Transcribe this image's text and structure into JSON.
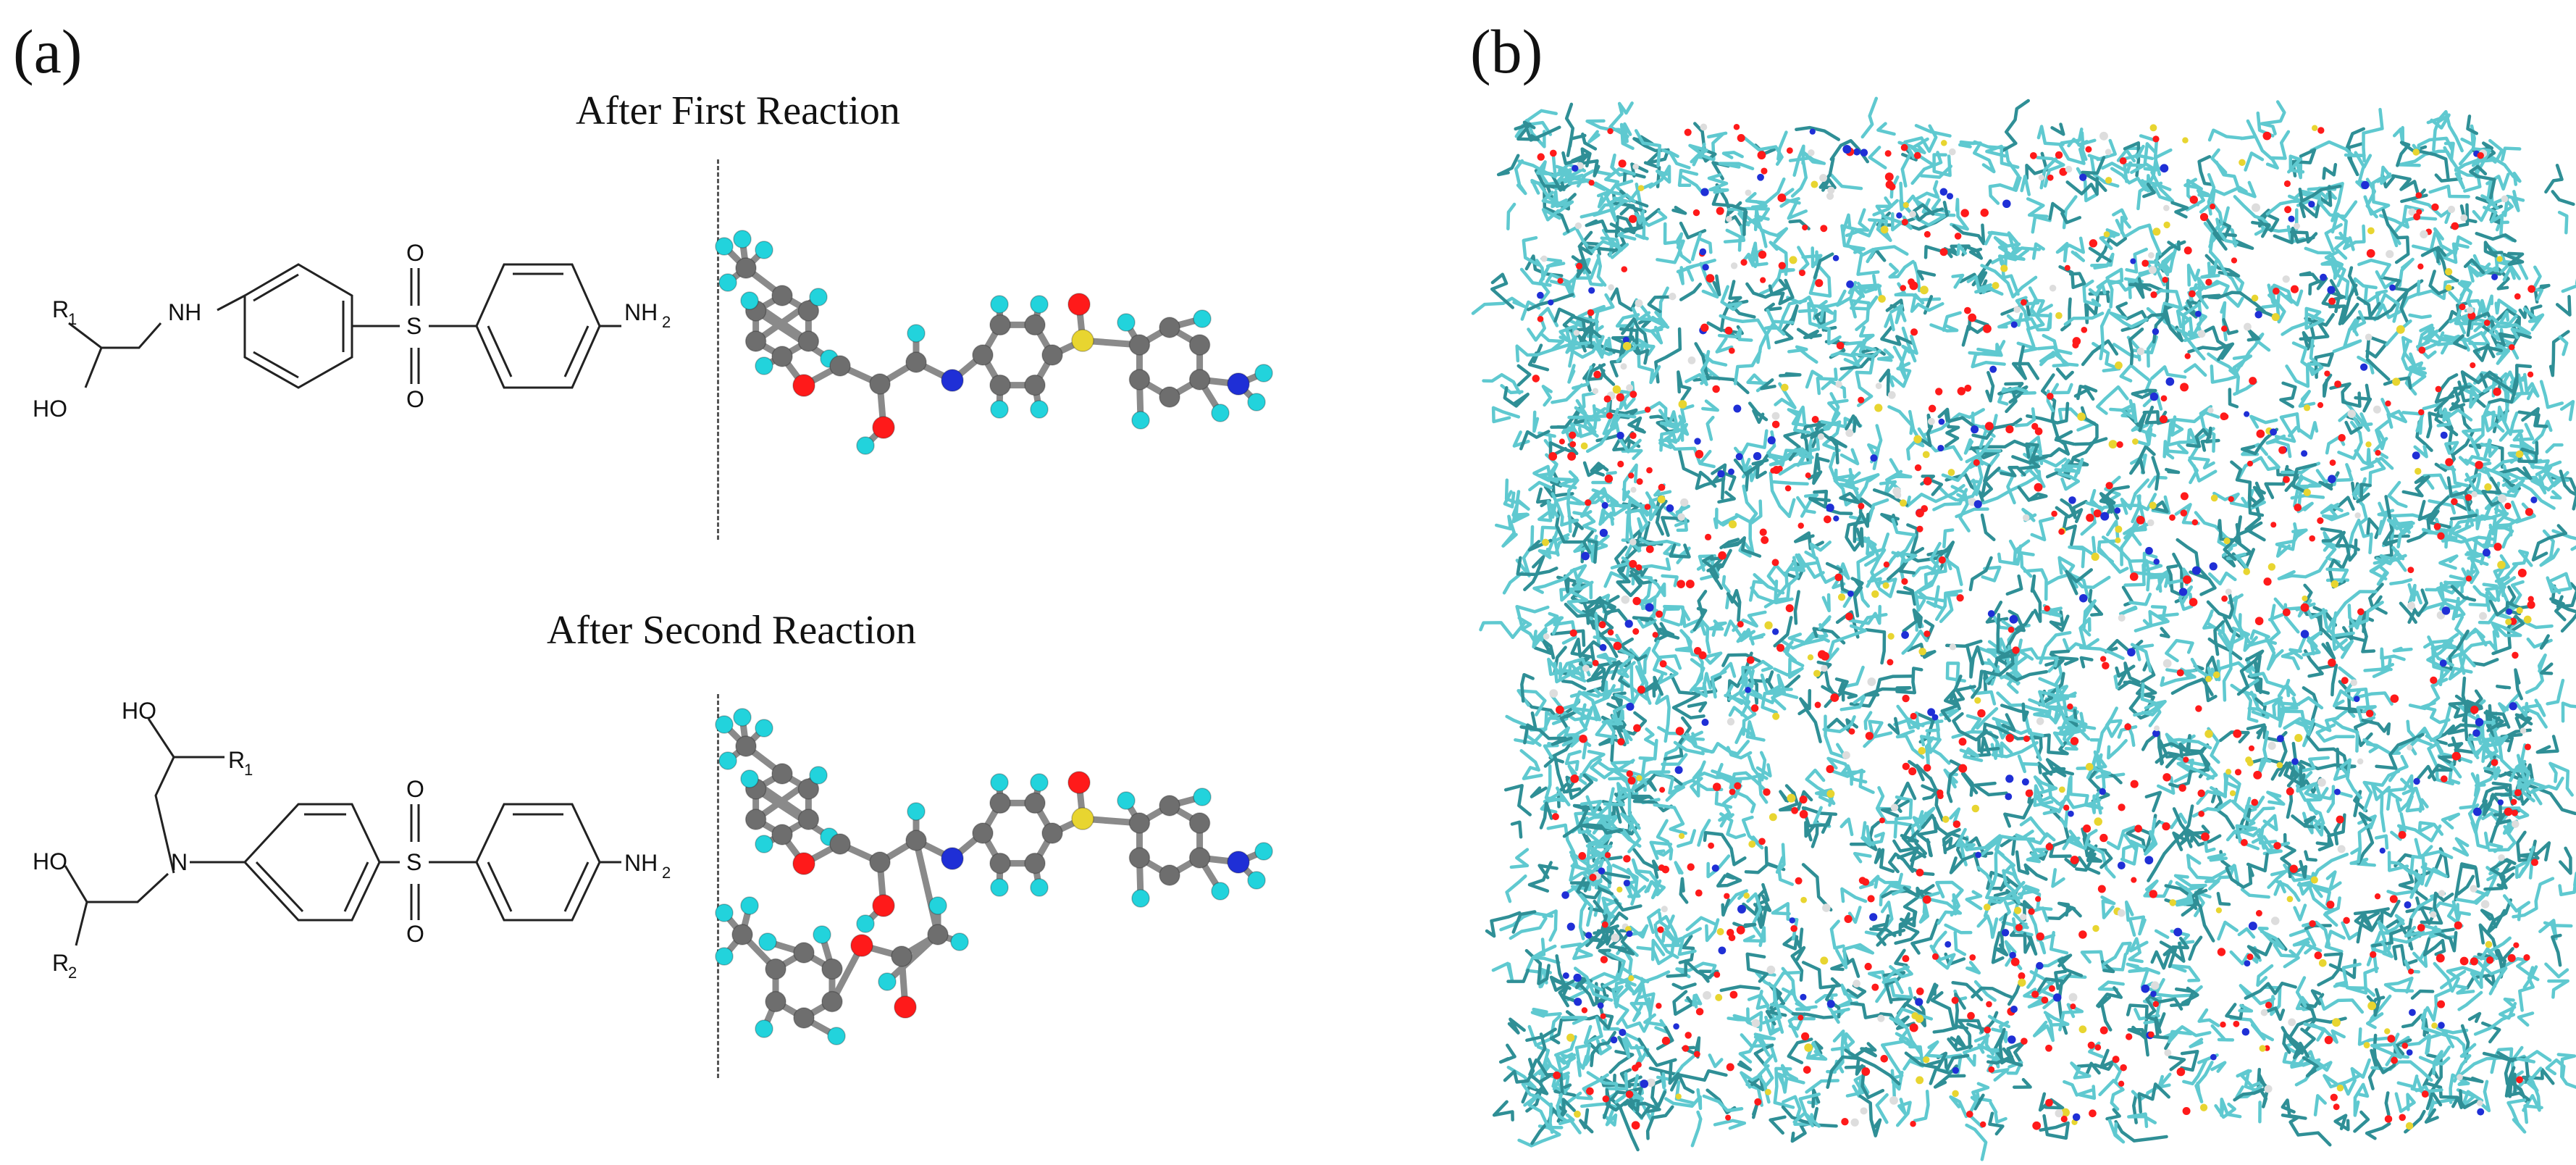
{
  "panel_a": {
    "label": "(a)",
    "first": {
      "title": "After First Reaction",
      "labels": {
        "r1": "R",
        "r1_sub": "1",
        "nh": "NH",
        "oh": "HO",
        "s": "S",
        "o_top": "O",
        "o_bottom": "O",
        "nh2": "NH",
        "nh2_sub": "2"
      }
    },
    "second": {
      "title": "After Second Reaction",
      "labels": {
        "oh_top": "HO",
        "r1": "R",
        "r1_sub": "1",
        "oh_left": "HO",
        "n": "N",
        "r2": "R",
        "r2_sub": "2",
        "s": "S",
        "o_top": "O",
        "o_bottom": "O",
        "nh2": "NH",
        "nh2_sub": "2"
      }
    }
  },
  "panel_b": {
    "label": "(b)"
  },
  "colors": {
    "carbon": "#6e6e6e",
    "hydrogen": "#22d3dc",
    "oxygen": "#ff1a1a",
    "nitrogen": "#1f2fd6",
    "sulfur": "#e8d530",
    "bond_stick": "#5fc9d0"
  }
}
